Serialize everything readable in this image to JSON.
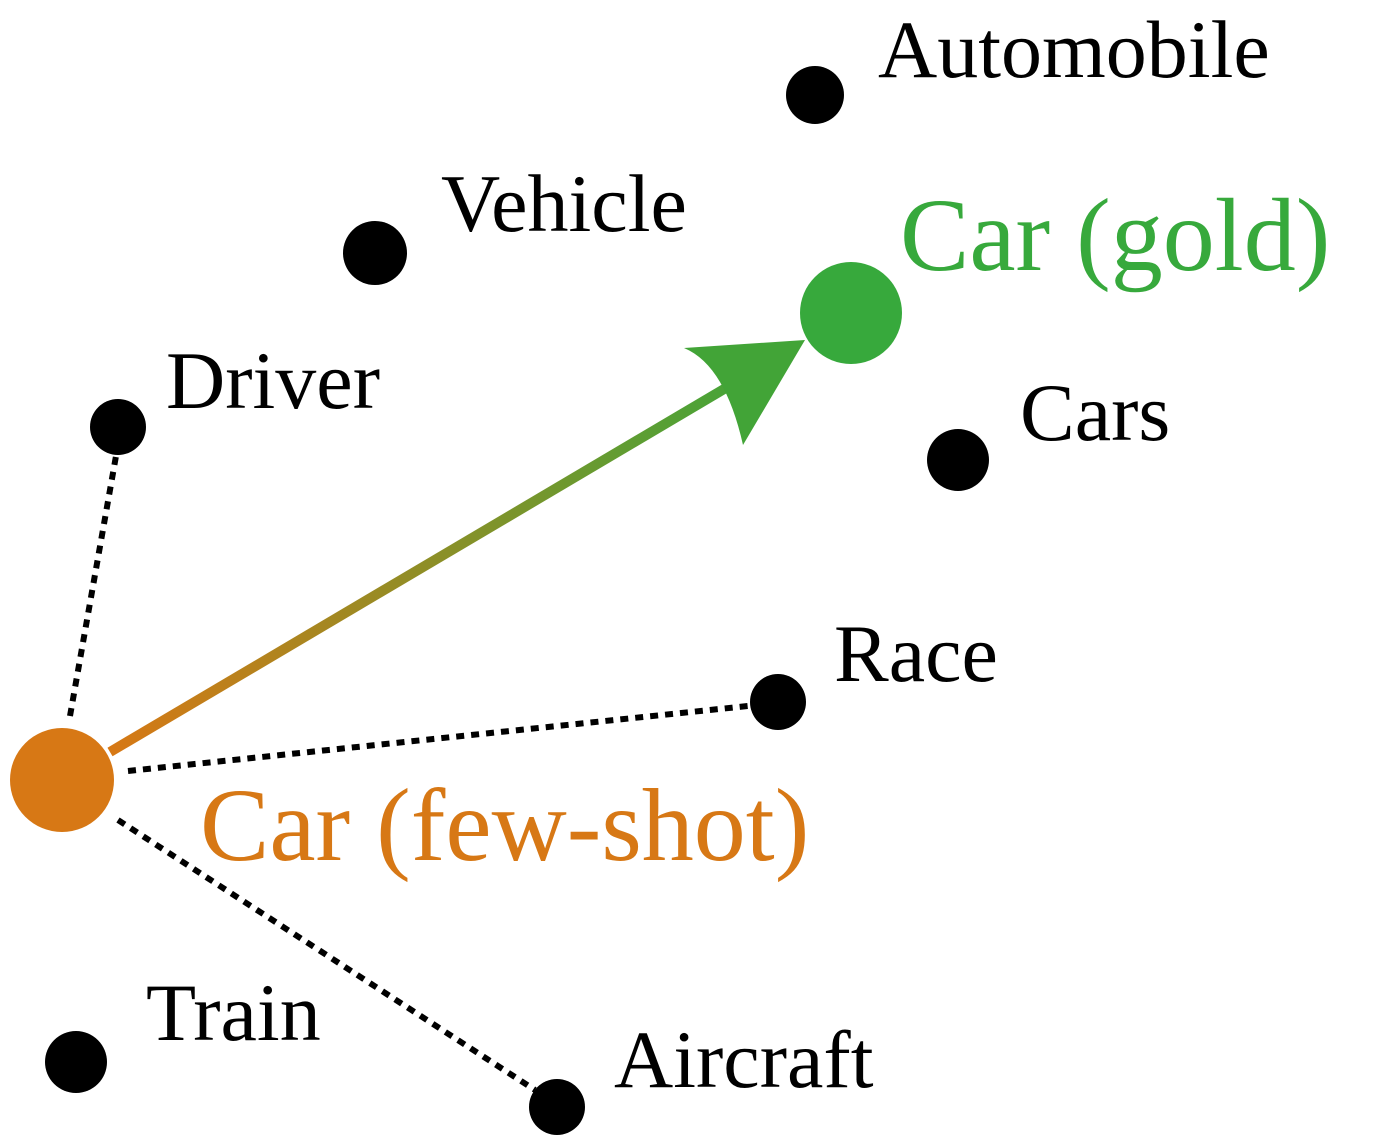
{
  "colors": {
    "few_shot": "#d77815",
    "gold": "#37a93c",
    "neighbor": "#000000"
  },
  "few_shot": {
    "label": "Car (few-shot)"
  },
  "gold": {
    "label": "Car (gold)"
  },
  "words": [
    {
      "id": "automobile",
      "label": "Automobile"
    },
    {
      "id": "vehicle",
      "label": "Vehicle"
    },
    {
      "id": "driver",
      "label": "Driver"
    },
    {
      "id": "cars",
      "label": "Cars"
    },
    {
      "id": "race",
      "label": "Race"
    },
    {
      "id": "train",
      "label": "Train"
    },
    {
      "id": "aircraft",
      "label": "Aircraft"
    }
  ],
  "nearest_neighbors_of_few_shot": [
    "driver",
    "race",
    "aircraft"
  ]
}
